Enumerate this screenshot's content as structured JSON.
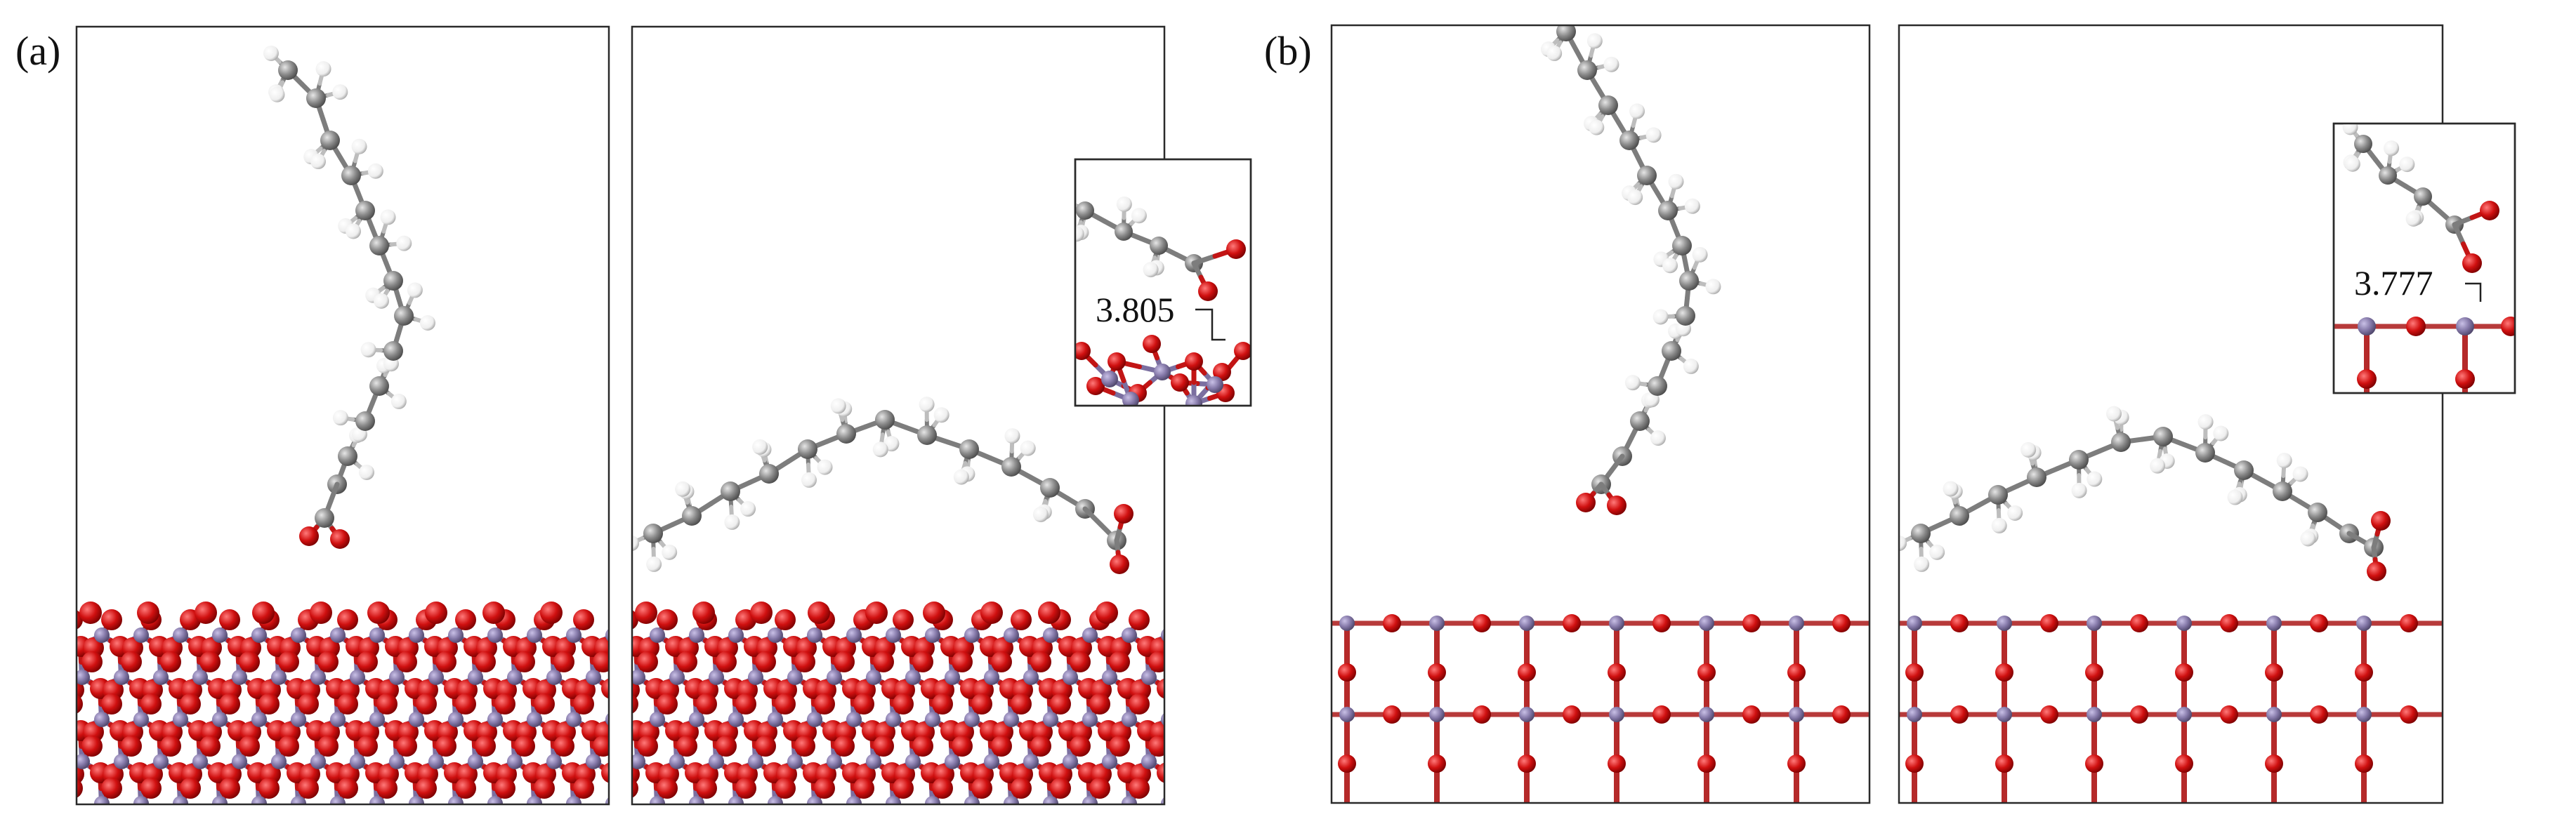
{
  "panel_a": {
    "label": "(a)",
    "surface": "corundum-like",
    "inset_distance": "3.805"
  },
  "panel_b": {
    "label": "(b)",
    "surface": "cubic-grid",
    "inset_distance": "3.777"
  },
  "colors": {
    "carbon": "#8c8c8c",
    "hydrogen": "#f2f2f2",
    "oxygen": "#cc1111",
    "metal": "#8478a8",
    "frame": "#2a2a2a"
  }
}
